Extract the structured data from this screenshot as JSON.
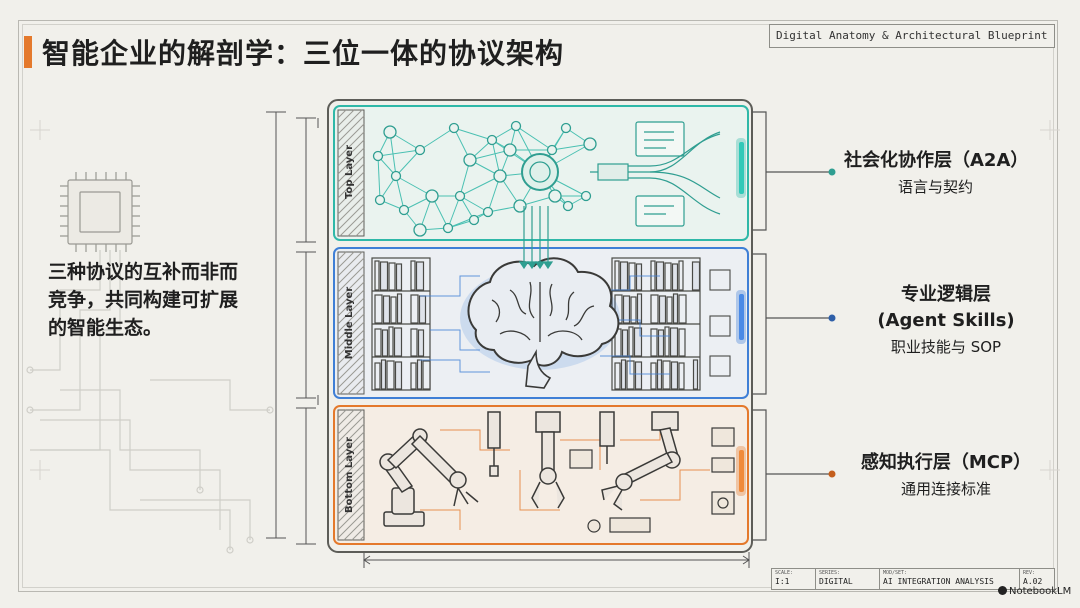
{
  "header": {
    "title": "智能企业的解剖学：三位一体的协议架构",
    "tag": "Digital Anatomy & Architectural Blueprint"
  },
  "lead_text": "三种协议的互补而非而竞争，共同构建可扩展的智能生态。",
  "layers": [
    {
      "side_label": "Top Layer",
      "name": "社会化协作层（A2A）",
      "desc": "语言与契约",
      "color": "#2fb8a8"
    },
    {
      "side_label": "Middle Layer",
      "name_line1": "专业逻辑层",
      "name_line2": "(Agent Skills)",
      "desc": "职业技能与 SOP",
      "color": "#3f7fd6"
    },
    {
      "side_label": "Bottom Layer",
      "name": "感知执行层（MCP）",
      "desc": "通用连接标准",
      "color": "#e4792c"
    }
  ],
  "title_block": {
    "scale_k": "SCALE:",
    "scale_v": "I:1",
    "series_k": "SERIES:",
    "series_v": "DIGITAL",
    "model_k": "MOD/SET:",
    "model_v": "AI INTEGRATION ANALYSIS",
    "rev_k": "REV:",
    "rev_v": "A.02"
  },
  "brand": "NotebookLM",
  "icons": [
    "chip-icon",
    "brain-icon",
    "neural-network-icon",
    "robot-arm-icon",
    "gripper-icon",
    "bookshelf-icon",
    "document-icon"
  ]
}
